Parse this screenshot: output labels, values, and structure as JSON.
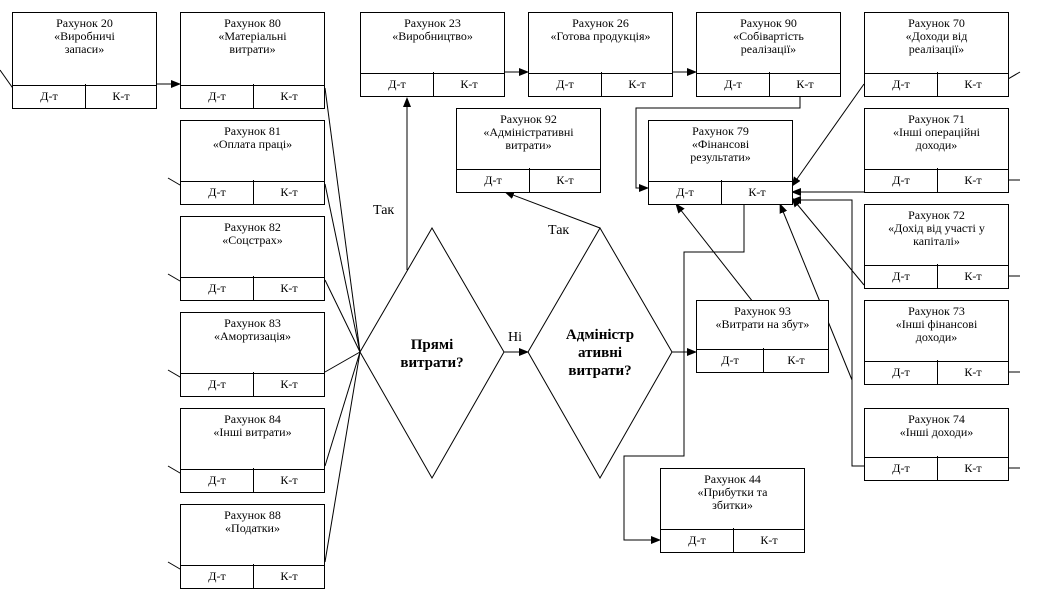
{
  "columns": {
    "debit": "Д-т",
    "credit": "К-т"
  },
  "accounts": {
    "a20": {
      "lines": [
        "Рахунок 20",
        "«Виробничі",
        "запаси»"
      ]
    },
    "a80": {
      "lines": [
        "Рахунок 80",
        "«Матеріальні",
        "витрати»"
      ]
    },
    "a81": {
      "lines": [
        "Рахунок 81",
        "«Оплата праці»"
      ]
    },
    "a82": {
      "lines": [
        "Рахунок 82",
        "«Соцстрах»"
      ]
    },
    "a83": {
      "lines": [
        "Рахунок 83",
        "«Амортизація»"
      ]
    },
    "a84": {
      "lines": [
        "Рахунок 84",
        "«Інші витрати»"
      ]
    },
    "a88": {
      "lines": [
        "Рахунок 88",
        "«Податки»"
      ]
    },
    "a23": {
      "lines": [
        "Рахунок 23",
        "«Виробництво»"
      ]
    },
    "a26": {
      "lines": [
        "Рахунок 26",
        "«Готова продукція»"
      ]
    },
    "a90": {
      "lines": [
        "Рахунок 90",
        "«Собівартість",
        "реалізації»"
      ]
    },
    "a70": {
      "lines": [
        "Рахунок 70",
        "«Доходи від",
        "реалізації»"
      ]
    },
    "a92": {
      "lines": [
        "Рахунок 92",
        "«Адміністративні",
        "витрати»"
      ]
    },
    "a79": {
      "lines": [
        "Рахунок 79",
        "«Фінансові",
        "результати»"
      ]
    },
    "a71": {
      "lines": [
        "Рахунок 71",
        "«Інші операційні",
        "доходи»"
      ]
    },
    "a72": {
      "lines": [
        "Рахунок 72",
        "«Дохід від участі у",
        "капіталі»"
      ]
    },
    "a73": {
      "lines": [
        "Рахунок 73",
        "«Інші фінансові",
        "доходи»"
      ]
    },
    "a74": {
      "lines": [
        "Рахунок 74",
        "«Інші доходи»"
      ]
    },
    "a93": {
      "lines": [
        "Рахунок 93",
        "«Витрати на збут»"
      ]
    },
    "a44": {
      "lines": [
        "Рахунок 44",
        "«Прибутки та",
        "збитки»"
      ]
    }
  },
  "decisions": {
    "direct": {
      "lines": [
        "Прямі",
        "витрати?"
      ]
    },
    "admin": {
      "lines": [
        "Адміністр",
        "ативні",
        "витрати?"
      ]
    }
  },
  "labels": {
    "yes1": "Так",
    "yes2": "Так",
    "no": "Ні"
  }
}
